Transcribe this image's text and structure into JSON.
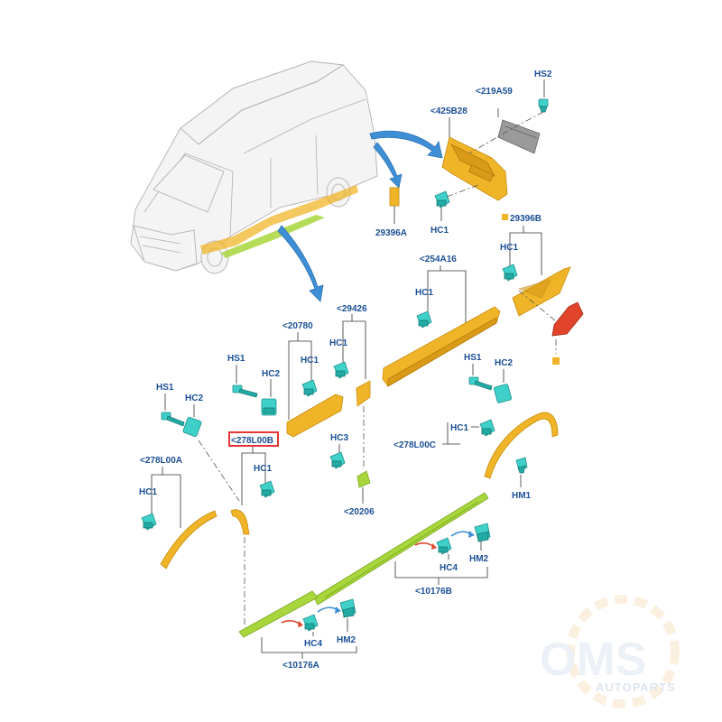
{
  "labels": {
    "hs2": "HS2",
    "l219a59": "<219A59",
    "l425b28": "<425B28",
    "hc1_top": "HC1",
    "l29396a": "29396A",
    "l29396b": "29396B",
    "hc1_29396b": "HC1",
    "l254a16": "<254A16",
    "hc1_254": "HC1",
    "l29426": "<29426",
    "hc1_29426": "HC1",
    "l20780": "<20780",
    "hs1_20780": "HS1",
    "hc2_20780": "HC2",
    "hc1_20780": "HC1",
    "hs1_left": "HS1",
    "hc2_left": "HC2",
    "l278l00b": "<278L00B",
    "hc1_278b": "HC1",
    "l278l00a": "<278L00A",
    "hc1_278a": "HC1",
    "hc3": "HC3",
    "l20206": "<20206",
    "hs1_right": "HS1",
    "hc2_right": "HC2",
    "hc1_278c": "HC1",
    "l278l00c": "<278L00C",
    "hm1": "HM1",
    "hc4_b": "HC4",
    "hm2_b": "HM2",
    "l10176b": "<10176B",
    "hc4_a": "HC4",
    "hm2_a": "HM2",
    "l10176a": "<10176A"
  },
  "watermark": {
    "brand": "OMS",
    "sub": "AUTOPARTS"
  },
  "highlighted_part": "<278L00B",
  "colors": {
    "label": "#1a4f96",
    "highlight_box": "#e02020",
    "trim": "#f0b429",
    "moulding": "#a8d63c",
    "clip": "#3fd0c9",
    "bracket": "#e0442a",
    "callout_arrow": "#3f8fd6"
  }
}
